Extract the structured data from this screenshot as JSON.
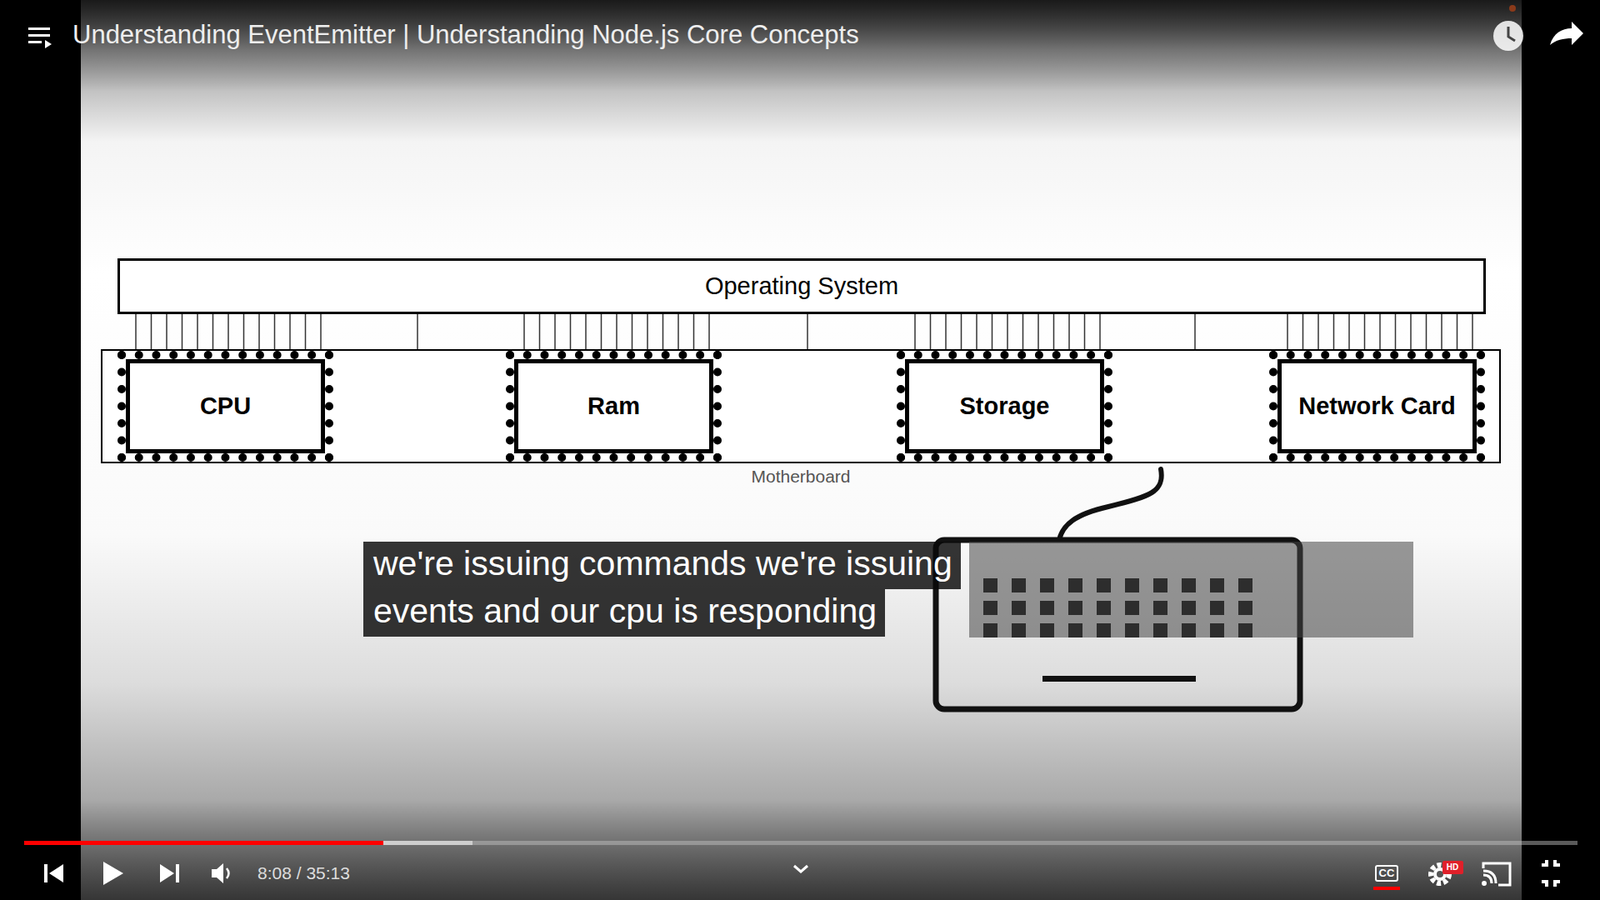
{
  "diagram": {
    "title": "Understanding EventEmitter | Understanding Node.js Core Concepts",
    "nodes": [
      {
        "text": [
          "Operating System"
        ]
      },
      {
        "text": [
          "Motherboard"
        ]
      },
      {
        "text": [
          "CPU"
        ],
        "in": 1
      },
      {
        "text": [
          "Ram"
        ],
        "in": 1
      },
      {
        "text": [
          "Storage"
        ],
        "in": 1
      },
      {
        "text": [
          "Network Card"
        ],
        "in": 1
      }
    ],
    "edges": [
      {
        "from": 0,
        "to": 2,
        "arrow": "none"
      },
      {
        "from": 0,
        "to": 3,
        "arrow": "none"
      },
      {
        "from": 0,
        "to": 4,
        "arrow": "none"
      },
      {
        "from": 0,
        "to": 5,
        "arrow": "none"
      }
    ],
    "labels": [
      "we're issuing commands we're issuing",
      "events and our cpu is responding",
      "8:08 / 35:13",
      "CC",
      "HD"
    ]
  }
}
